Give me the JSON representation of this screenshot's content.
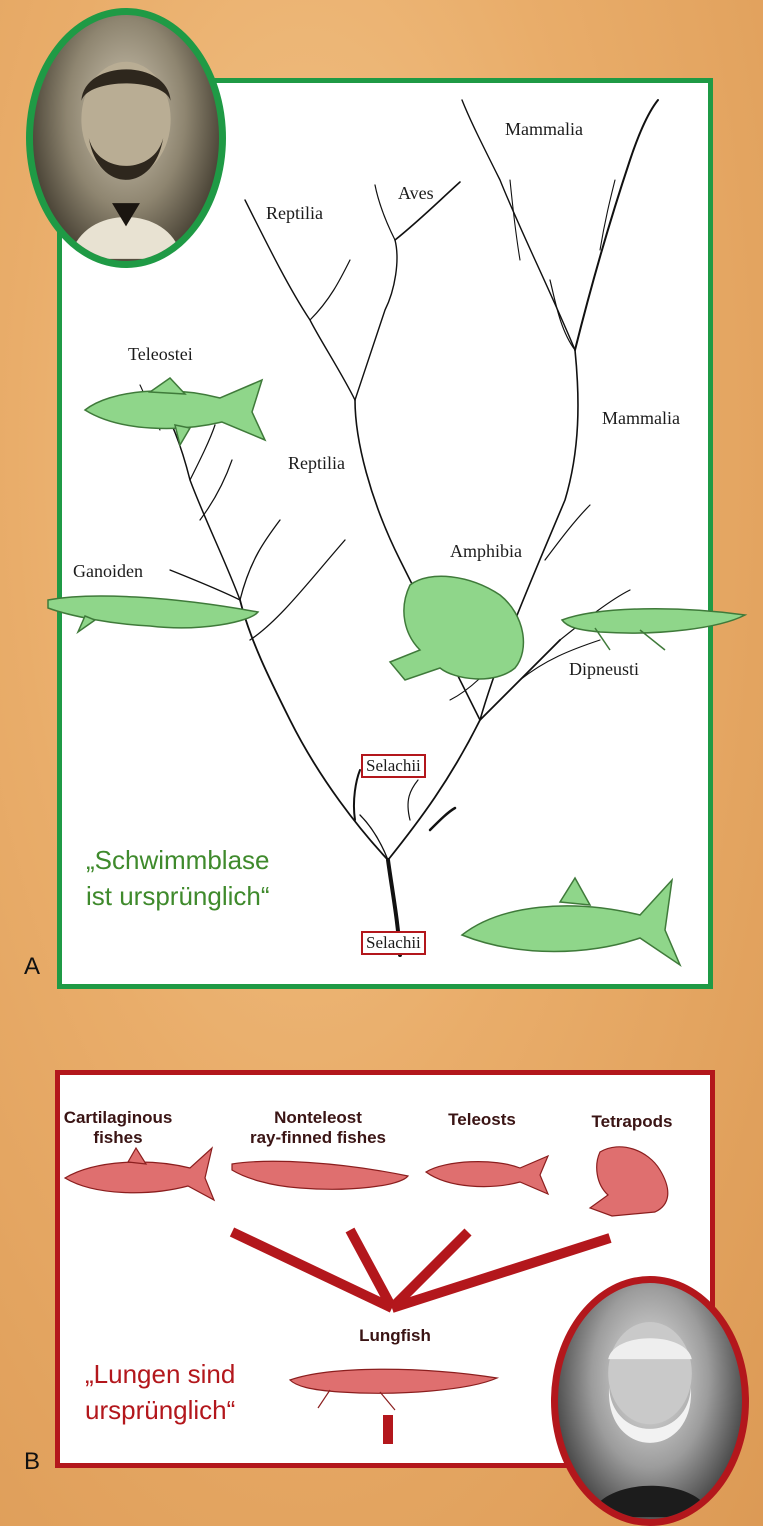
{
  "panel_a": {
    "letter": "A",
    "labels": {
      "mammalia_top": "Mammalia",
      "aves": "Aves",
      "reptilia_top": "Reptilia",
      "teleostei": "Teleostei",
      "mammalia_mid": "Mammalia",
      "reptilia_mid": "Reptilia",
      "amphibia": "Amphibia",
      "ganoiden": "Ganoiden",
      "dipneusti": "Dipneusti",
      "selachii_mid": "Selachii",
      "selachii_bottom": "Selachii"
    },
    "quote_line1": "„Schwimmblase",
    "quote_line2": "ist ursprünglich“",
    "accent_color": "#1f9a45"
  },
  "panel_b": {
    "letter": "B",
    "groups": {
      "cartilaginous_line1": "Cartilaginous",
      "cartilaginous_line2": "fishes",
      "nonteleost_line1": "Nonteleost",
      "nonteleost_line2": "ray-finned fishes",
      "teleosts": "Teleosts",
      "tetrapods": "Tetrapods",
      "lungfish": "Lungfish"
    },
    "quote_line1": "„Lungen sind",
    "quote_line2": "ursprünglich“",
    "accent_color": "#b3171c"
  }
}
